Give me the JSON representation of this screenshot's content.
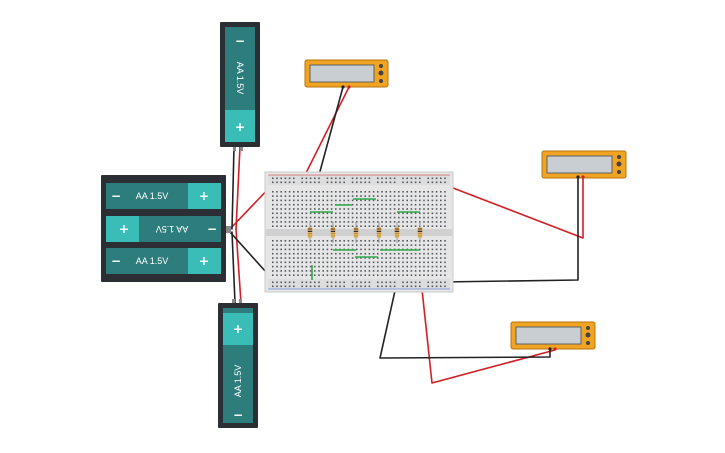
{
  "batteries": {
    "top": {
      "label": "AA 1.5V",
      "plus": "+",
      "minus": "−"
    },
    "bottom": {
      "label": "AA 1.5V",
      "plus": "+",
      "minus": "−"
    },
    "pack": [
      {
        "label": "AA 1.5V",
        "plus": "+",
        "minus": "−"
      },
      {
        "label": "AA 1.5V",
        "plus": "+",
        "minus": "−"
      },
      {
        "label": "AA 1.5V",
        "plus": "+",
        "minus": "−"
      }
    ]
  },
  "colors": {
    "battery_case": "#2b2f33",
    "battery_cell": "#2e7d7d",
    "battery_terminal": "#3bbdb7",
    "breadboard": "#e6e6e6",
    "wire_red": "#d21f26",
    "wire_black": "#222222",
    "jumper_green": "#2fa84a",
    "multimeter": "#f0a422"
  },
  "icons": {
    "resistor": "resistor-icon",
    "multimeter": "multimeter-icon",
    "battery": "battery-icon"
  }
}
